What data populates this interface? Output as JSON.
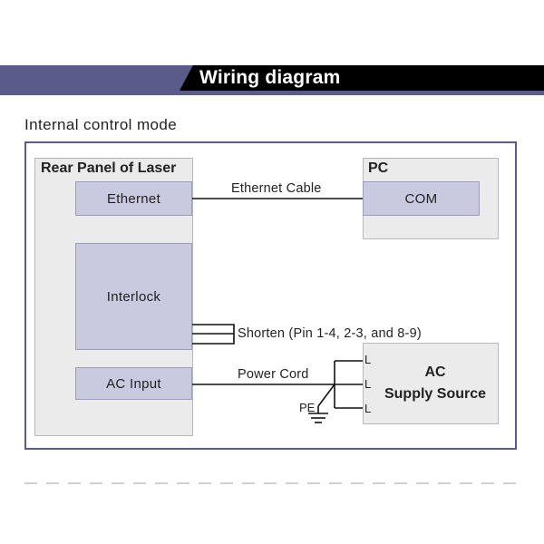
{
  "header": {
    "title": "Wiring diagram"
  },
  "section": {
    "subtitle": "Internal control mode"
  },
  "laser_panel": {
    "title": "Rear Panel of Laser",
    "ethernet_label": "Ethernet",
    "interlock_label": "Interlock",
    "ac_input_label": "AC Input"
  },
  "pc_panel": {
    "title": "PC",
    "com_label": "COM"
  },
  "ac_supply": {
    "title_line1": "AC",
    "title_line2": "Supply Source",
    "pin_labels": [
      "L",
      "L",
      "L"
    ]
  },
  "connections": {
    "ethernet_cable": "Ethernet Cable",
    "shorten_note": "Shorten (Pin 1-4, 2-3, and 8-9)",
    "power_cord": "Power Cord",
    "ground_label": "PE"
  },
  "colors": {
    "header_band": "#5a5b8a",
    "header_tab": "#000000",
    "frame_border": "#5a5b8a",
    "block_fill": "#c9c9e0",
    "panel_fill": "#ebebeb",
    "wire": "#111111"
  }
}
